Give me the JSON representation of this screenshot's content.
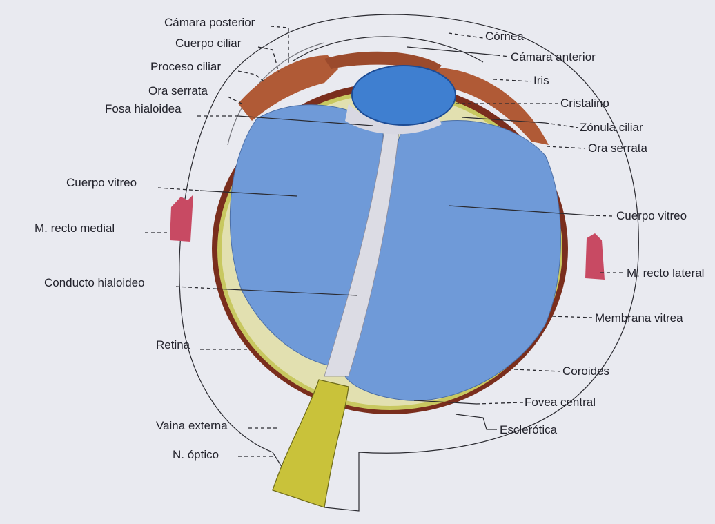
{
  "labels": {
    "camara_posterior": "Cámara posterior",
    "cuerpo_ciliar": "Cuerpo ciliar",
    "proceso_ciliar": "Proceso ciliar",
    "ora_serrata_left": "Ora serrata",
    "fosa_hialoidea": "Fosa hialoidea",
    "cuerpo_vitreo_left": "Cuerpo vitreo",
    "m_recto_medial": "M. recto medial",
    "conducto_hialoideo": "Conducto hialoideo",
    "retina": "Retina",
    "vaina_externa": "Vaina externa",
    "n_optico": "N. óptico",
    "cornea": "Córnea",
    "camara_anterior": "Cámara anterior",
    "iris": "Iris",
    "cristalino": "Cristalino",
    "zonula_ciliar": "Zónula ciliar",
    "ora_serrata_right": "Ora serrata",
    "cuerpo_vitreo_right": "Cuerpo vitreo",
    "m_recto_lateral": "M. recto lateral",
    "membrana_vitrea": "Membrana vitrea",
    "coroides": "Coroides",
    "fovea_central": "Fovea central",
    "esclerotica": "Esclerótica"
  },
  "colors": {
    "background": "#e9eaf0",
    "vitreous": "#6f9ad8",
    "lens": "#3f7fd0",
    "choroid": "#8a3b22",
    "ciliary": "#b05a36",
    "retina": "#c8c860",
    "optic_nerve": "#c9c23a",
    "muscle": "#c84a63"
  }
}
